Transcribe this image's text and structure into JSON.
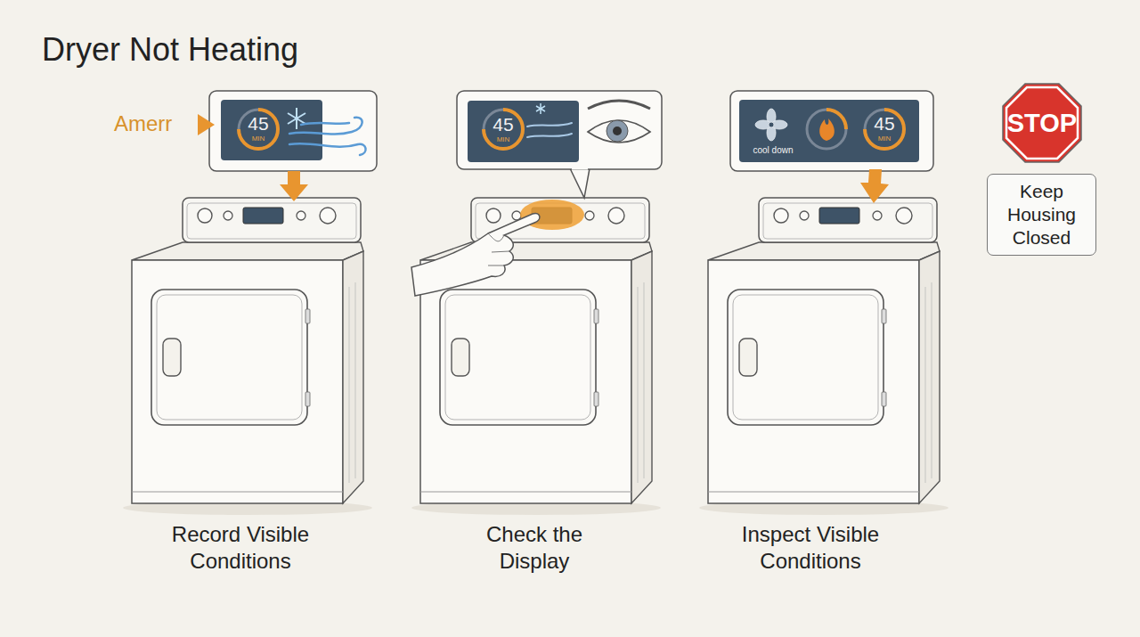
{
  "diagram": {
    "title": "Dryer Not Heating",
    "nodes": [
      {
        "text": [
          "45",
          "MIN"
        ]
      },
      {
        "text": [
          "45",
          "MIN"
        ]
      },
      {
        "text": [
          "cool down",
          "45",
          "MIN"
        ]
      },
      {
        "text": [
          "STOP"
        ]
      },
      {
        "text": [
          "Keep Housing Closed"
        ]
      }
    ],
    "labels": [
      "Amerr",
      "Record Visible Conditions",
      "Check the Display",
      "Inspect Visible Conditions"
    ]
  }
}
